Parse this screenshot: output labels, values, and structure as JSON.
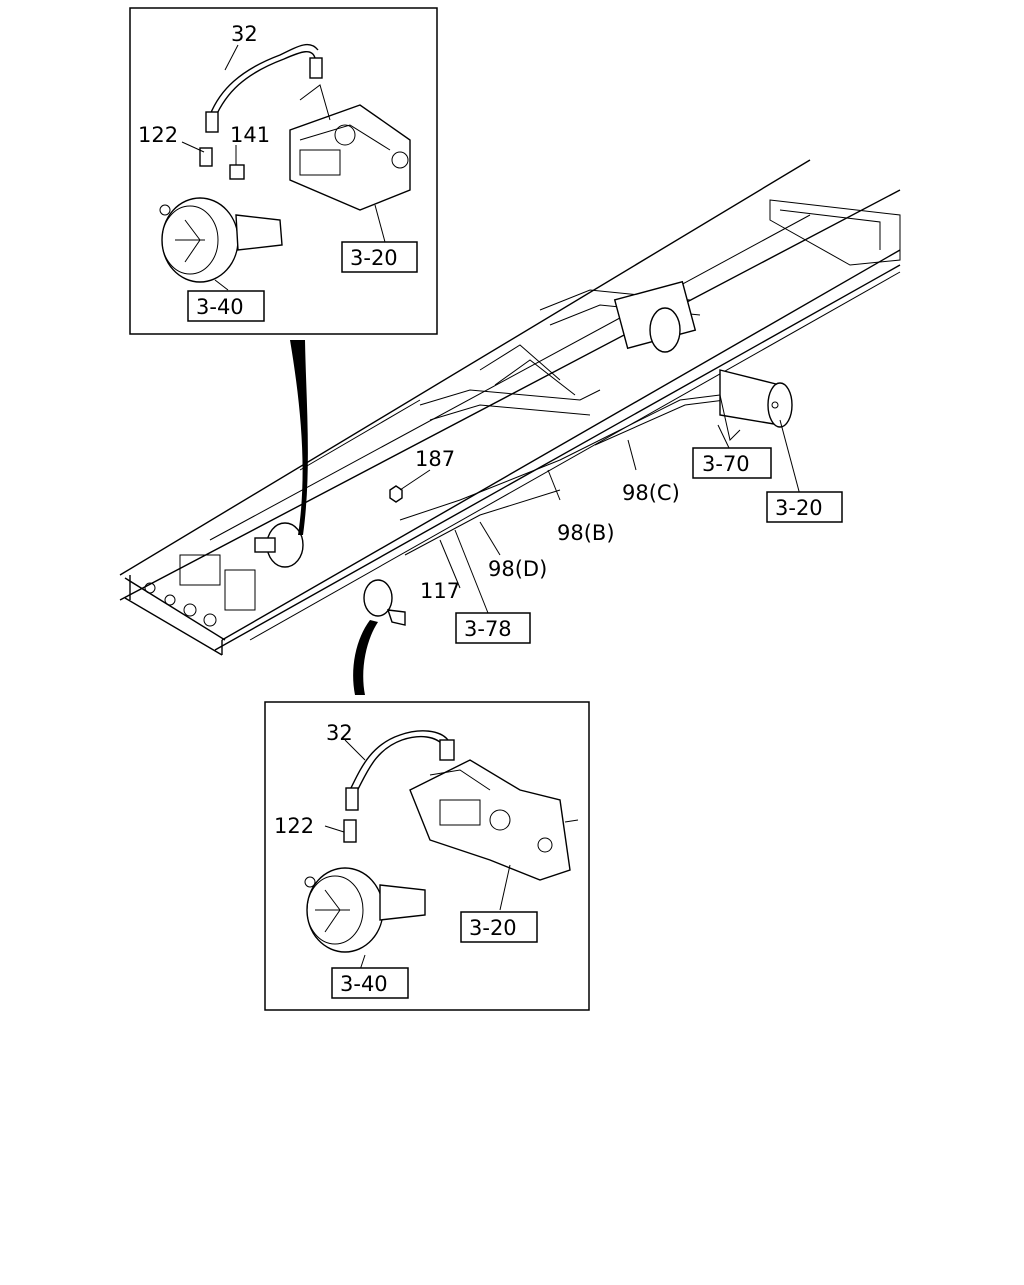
{
  "diagram": {
    "top_inset": {
      "callouts": {
        "hose": "32",
        "adapter": "122",
        "connector": "141"
      },
      "refs": {
        "valve": "3-20",
        "chamber": "3-40"
      }
    },
    "main_view": {
      "callouts": {
        "nut": "187",
        "pipe_b": "98(B)",
        "pipe_c": "98(C)",
        "pipe_d": "98(D)",
        "pipe_117": "117"
      },
      "refs": {
        "bracket": "3-70",
        "tank": "3-20",
        "clip": "3-78"
      }
    },
    "bottom_inset": {
      "callouts": {
        "hose": "32",
        "adapter": "122"
      },
      "refs": {
        "valve": "3-20",
        "chamber": "3-40"
      }
    }
  }
}
